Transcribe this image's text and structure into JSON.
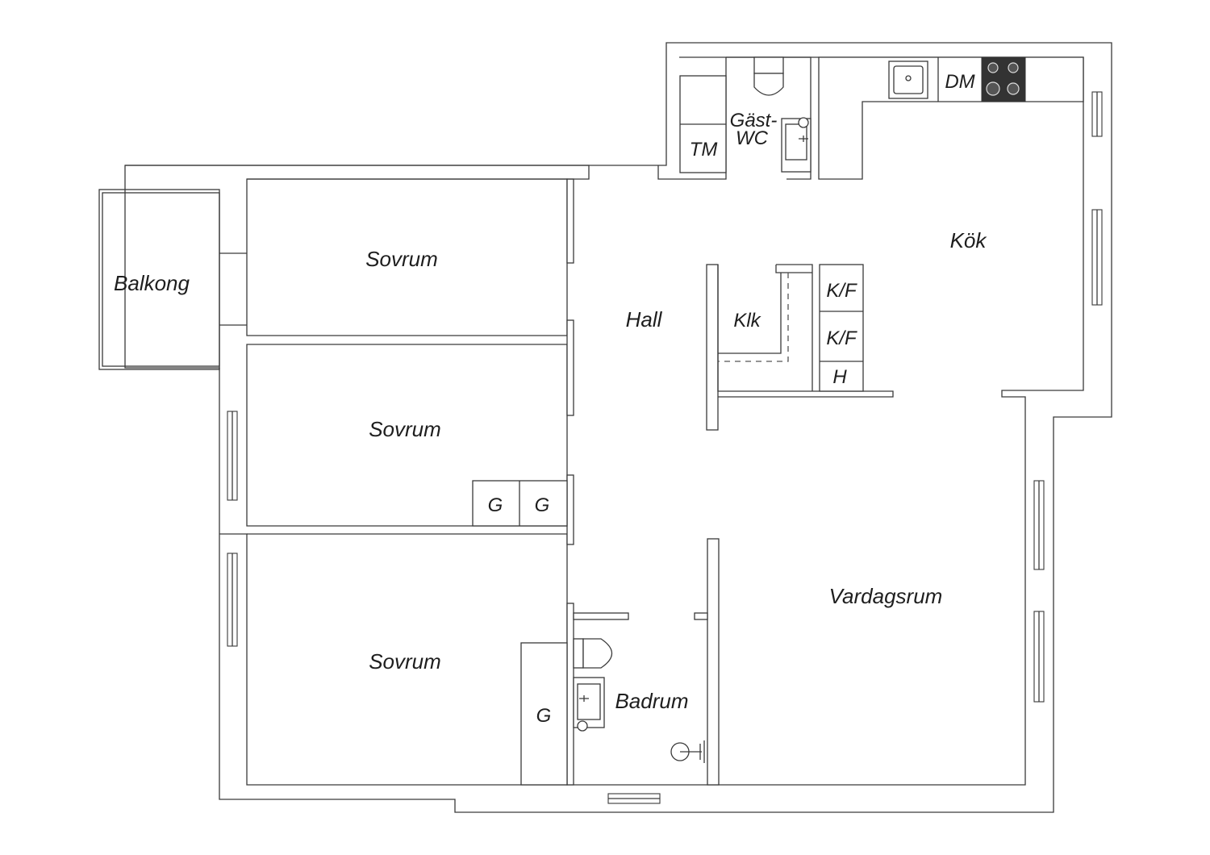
{
  "rooms": {
    "balkong": "Balkong",
    "sovrum_top": "Sovrum",
    "sovrum_mid": "Sovrum",
    "sovrum_bottom": "Sovrum",
    "hall": "Hall",
    "klk": "Klk",
    "kok": "Kök",
    "vardagsrum": "Vardagsrum",
    "badrum": "Badrum",
    "gast_wc_line1": "Gäst-",
    "gast_wc_line2": "WC"
  },
  "fixtures": {
    "tm": "TM",
    "dm": "DM",
    "kf_1": "K/F",
    "kf_2": "K/F",
    "h": "H",
    "g_mid_1": "G",
    "g_mid_2": "G",
    "g_bottom": "G"
  },
  "colors": {
    "line": "#3a3a3a",
    "stove": "#333333",
    "background": "#ffffff"
  }
}
